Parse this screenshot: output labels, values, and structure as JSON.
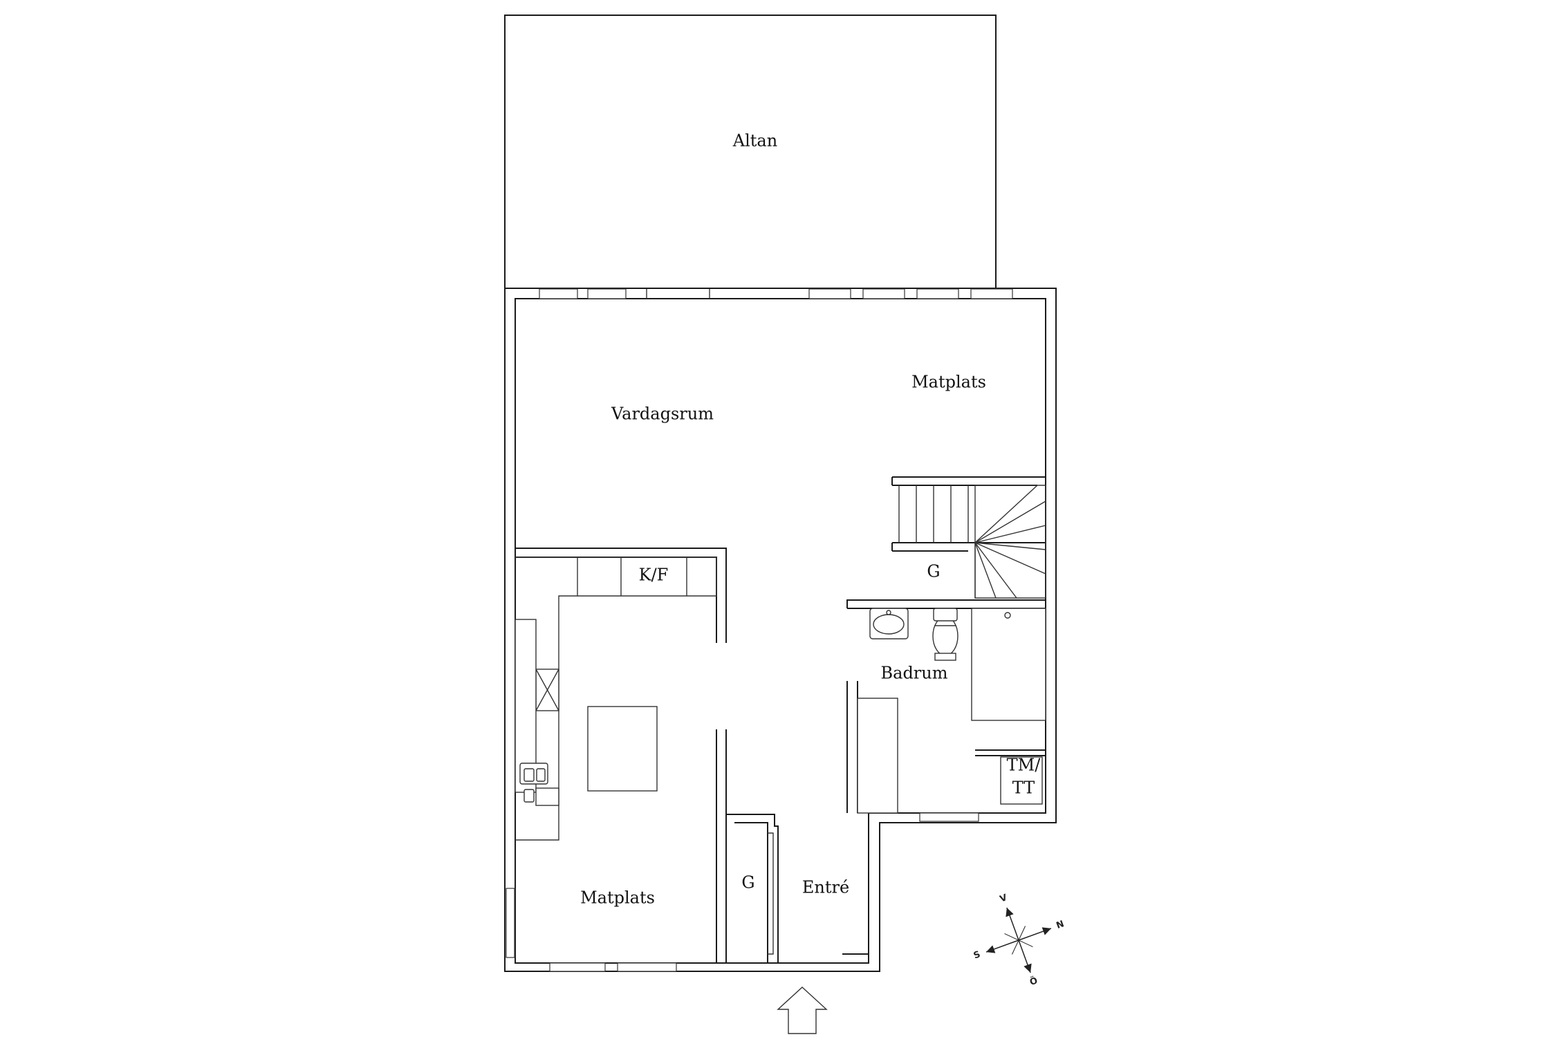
{
  "rooms": {
    "altan": "Altan",
    "vardagsrum": "Vardagsrum",
    "matplats_upper": "Matplats",
    "kf": "K/F",
    "g_stairs": "G",
    "badrum": "Badrum",
    "tmtt_line1": "TM/",
    "tmtt_line2": "TT",
    "matplats_lower": "Matplats",
    "g_closet": "G",
    "entre": "Entré"
  },
  "compass": {
    "north": "N",
    "south": "S",
    "east": "Ö",
    "west": "V"
  },
  "icons": [
    "entrance-arrow-icon",
    "compass-icon",
    "sink-icon",
    "toilet-icon",
    "shower-icon",
    "stove-icon"
  ]
}
